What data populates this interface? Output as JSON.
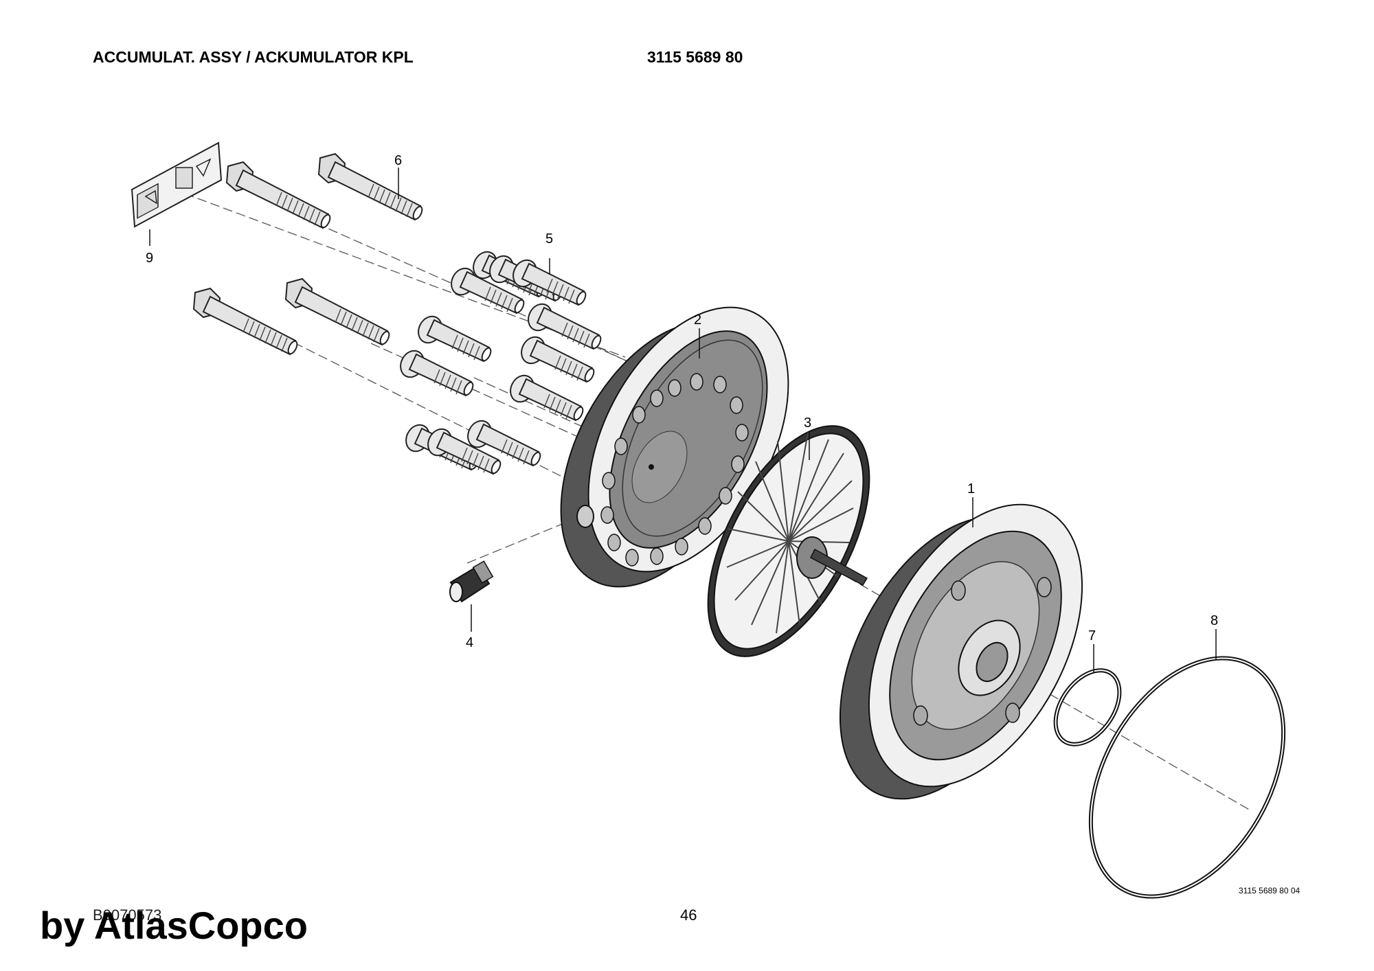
{
  "header": {
    "title": "ACCUMULAT. ASSY / ACKUMULATOR KPL",
    "part_number": "3115 5689 80"
  },
  "callouts": {
    "c1": "1",
    "c2": "2",
    "c3": "3",
    "c4": "4",
    "c5": "5",
    "c6": "6",
    "c7": "7",
    "c8": "8",
    "c9": "9"
  },
  "footer": {
    "drawing_number": "3115 5689 80 04",
    "doc_ref": "B0070573",
    "page_number": "46",
    "watermark": "by AtlasCopco"
  }
}
